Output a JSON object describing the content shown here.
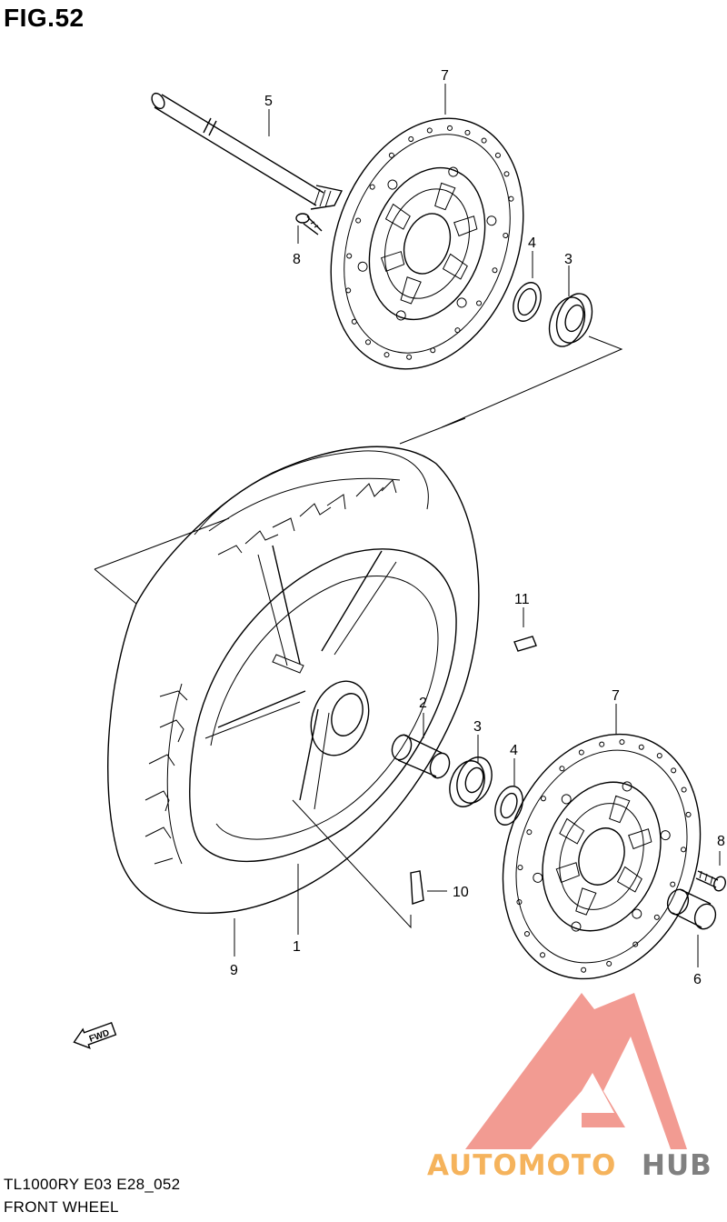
{
  "figure": {
    "title": "FIG.52"
  },
  "footer": {
    "model_code": "TL1000RY E03 E28_052",
    "diagram_name": "FRONT WHEEL"
  },
  "callouts": {
    "c1": "1",
    "c2": "2",
    "c3_top": "3",
    "c3_low": "3",
    "c4_top": "4",
    "c4_low": "4",
    "c5": "5",
    "c6": "6",
    "c7_top": "7",
    "c7_low": "7",
    "c8_top": "8",
    "c8_low": "8",
    "c9": "9",
    "c10": "10",
    "c11": "11"
  },
  "fwd_badge": "FWD",
  "watermark": {
    "part1": "AUTOMOTO",
    "part2": "HUB",
    "color1": "#f4a640",
    "color2": "#6b6b6b",
    "logo_color": "#f08a80"
  },
  "colors": {
    "line": "#000000",
    "background": "#ffffff"
  }
}
